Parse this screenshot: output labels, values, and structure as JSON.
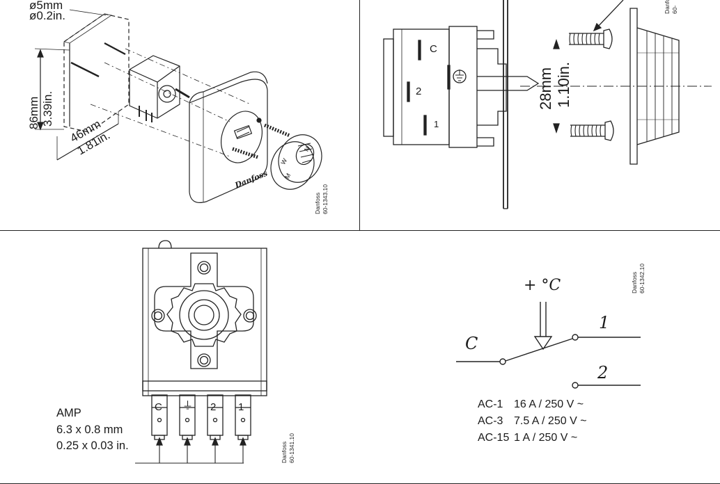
{
  "panel1": {
    "hole_mm": "ø5mm",
    "hole_in": "ø0.2in.",
    "height_mm": "86mm",
    "height_in": "3.39in.",
    "width_mm": "46mm",
    "width_in": "1.81in.",
    "logo": "Danfoss",
    "ref_brand": "Danfoss",
    "ref_code": "60-1343.10",
    "knob_marks": [
      "N",
      "W",
      "M"
    ]
  },
  "panel2": {
    "terminal_c": "C",
    "terminal_2": "2",
    "terminal_1": "1",
    "depth_mm": "28mm",
    "depth_in": "1.10in.",
    "ref_brand": "Danfoss",
    "ref_code": "60-"
  },
  "panel3": {
    "terminals": [
      "C",
      "⏚",
      "2",
      "1"
    ],
    "amp_title": "AMP",
    "amp_mm": "6.3 x 0.8 mm",
    "amp_in": "0.25 x 0.03 in.",
    "ref_a_brand": "Danfoss",
    "ref_a_code": "60-1341.10",
    "ref_b_brand": "Danfoss",
    "ref_b_code": "60-1342.10",
    "schematic": {
      "temp_label": "+ °C",
      "common": "C",
      "contact_1": "1",
      "contact_2": "2"
    },
    "ratings": [
      {
        "cat": "AC-1",
        "value": "16 A / 250 V ~"
      },
      {
        "cat": "AC-3",
        "value": "7.5 A / 250 V ~"
      },
      {
        "cat": "AC-15",
        "value": "1 A / 250 V ~"
      }
    ]
  }
}
